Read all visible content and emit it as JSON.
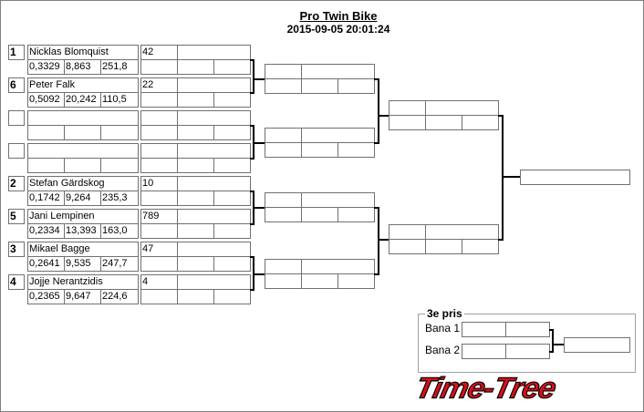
{
  "header": {
    "title": "Pro Twin Bike",
    "datetime": "2015-09-05 20:01:24"
  },
  "entries": [
    {
      "seed": "1",
      "name": "Nicklas Blomquist",
      "stats": [
        "0,3329",
        "8,863",
        "251,8"
      ],
      "result": "42"
    },
    {
      "seed": "6",
      "name": "Peter Falk",
      "stats": [
        "0,5092",
        "20,242",
        "110,5"
      ],
      "result": "22"
    },
    {
      "seed": "",
      "name": "",
      "stats": [
        "",
        "",
        ""
      ],
      "result": ""
    },
    {
      "seed": "",
      "name": "",
      "stats": [
        "",
        "",
        ""
      ],
      "result": ""
    },
    {
      "seed": "2",
      "name": "Stefan Gärdskog",
      "stats": [
        "0,1742",
        "9,264",
        "235,3"
      ],
      "result": "10"
    },
    {
      "seed": "5",
      "name": "Jani Lempinen",
      "stats": [
        "0,2334",
        "13,393",
        "163,0"
      ],
      "result": "789"
    },
    {
      "seed": "3",
      "name": "Mikael Bagge",
      "stats": [
        "0,2641",
        "9,535",
        "247,7"
      ],
      "result": "47"
    },
    {
      "seed": "4",
      "name": "Jojje Nerantzidis",
      "stats": [
        "0,2365",
        "9,647",
        "224,6"
      ],
      "result": "4"
    }
  ],
  "third_place": {
    "title": "3e pris",
    "lanes": [
      "Bana 1",
      "Bana 2"
    ]
  },
  "logo": {
    "text": "Time-Tree",
    "color": "#d4101a"
  }
}
